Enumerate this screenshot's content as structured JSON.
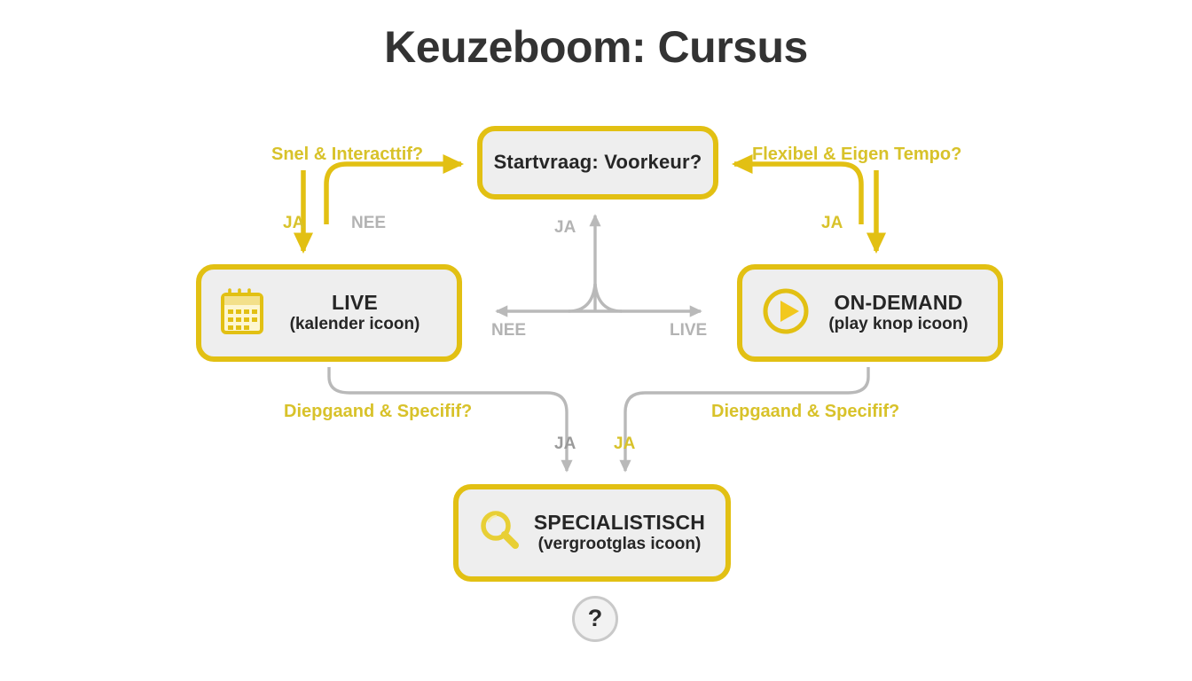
{
  "page": {
    "title": "Keuzeboom: Cursus",
    "background_color": "#ffffff",
    "accent_gold": "#e2c013",
    "label_gold": "#d8c22a",
    "label_gray": "#b3b3b3",
    "node_fill": "#eeeeee",
    "title_color": "#333333"
  },
  "nodes": {
    "start": {
      "title": "Startvraag: Voorkeur?",
      "subtitle": "",
      "icon": ""
    },
    "live": {
      "title": "LIVE",
      "subtitle": "(kalender icoon)",
      "icon": "calendar-icon"
    },
    "ondemand": {
      "title": "ON-DEMAND",
      "subtitle": "(play knop icoon)",
      "icon": "play-button-icon"
    },
    "specialistisch": {
      "title": "SPECIALISTISCH",
      "subtitle": "(vergrootglas icoon)",
      "icon": "magnifying-glass-icon"
    },
    "end": {
      "symbol": "?",
      "icon": "question-mark-icon"
    }
  },
  "edges": {
    "left_question": "Snel & Interacttif?",
    "right_question": "Flexibel & Eigen Tempo?",
    "left_yes": "JA",
    "left_no": "NEE",
    "right_yes": "JA",
    "center_yes": "JA",
    "center_no": "NEE",
    "center_live": "LIVE",
    "left_deep_question": "Diepgaand & Specifif?",
    "right_deep_question": "Diepgaand & Specifif?",
    "left_deep_yes": "JA",
    "right_deep_yes": "JA"
  }
}
